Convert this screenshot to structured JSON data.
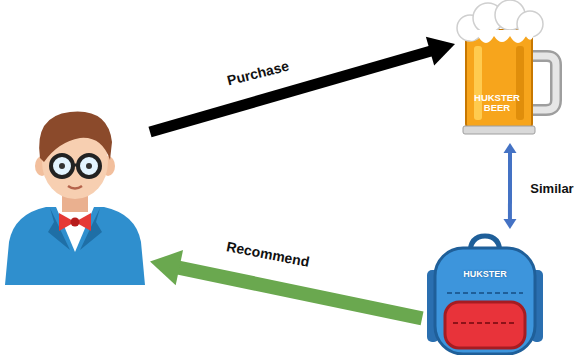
{
  "diagram": {
    "nodes": [
      {
        "text": []
      },
      {
        "text": [
          "HUKSTER BEER"
        ]
      },
      {
        "text": [
          "HUKSTER"
        ]
      }
    ],
    "edges": [
      {
        "from": 0,
        "to": 1,
        "arrow": "to",
        "label": "Purchase"
      },
      {
        "from": 1,
        "to": 2,
        "arrow": "both",
        "label": "Similar"
      },
      {
        "from": 2,
        "to": 0,
        "arrow": "to",
        "label": "Recommend"
      }
    ]
  }
}
